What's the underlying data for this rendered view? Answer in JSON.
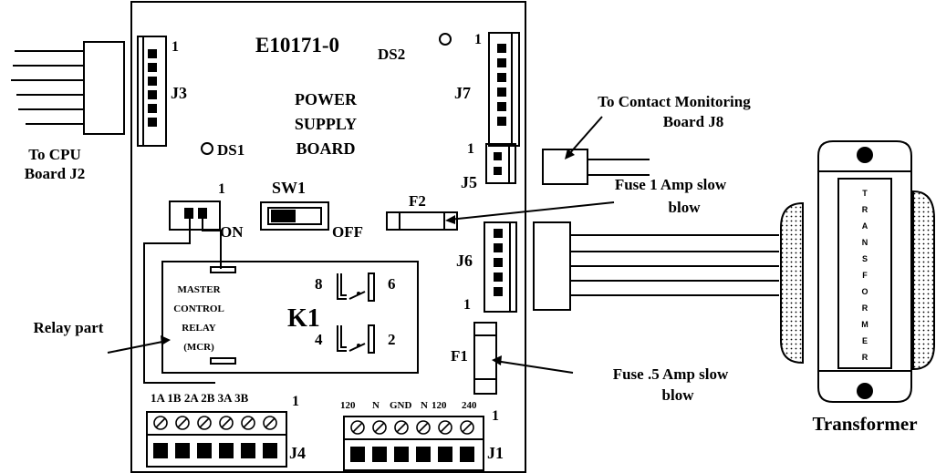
{
  "board": {
    "part_number": "E10171-0",
    "title_lines": [
      "POWER",
      "SUPPLY",
      "BOARD"
    ]
  },
  "connectors": {
    "j3": "J3",
    "j7": "J7",
    "j5": "J5",
    "j6": "J6",
    "j4": "J4",
    "j1": "J1",
    "pin_one": "1"
  },
  "leds": {
    "ds1": "DS1",
    "ds2": "DS2"
  },
  "switch": {
    "name": "SW1",
    "on": "ON",
    "off": "OFF"
  },
  "fuses": {
    "f1": "F1",
    "f2": "F2"
  },
  "relay": {
    "name": "K1",
    "desc_lines": [
      "MASTER",
      "CONTROL",
      "RELAY",
      "(MCR)"
    ],
    "contacts": [
      "8",
      "6",
      "4",
      "2"
    ]
  },
  "terminals": {
    "j4_labels": "1A 1B 2A 2B 3A 3B",
    "j1_labels": [
      "120",
      "N",
      "GND",
      "N",
      "120",
      "240"
    ]
  },
  "callouts": {
    "cpu_lines": [
      "To CPU",
      "Board J2"
    ],
    "contact_lines": [
      "To Contact Monitoring",
      "Board J8"
    ],
    "fuse1_lines": [
      "Fuse 1 Amp slow",
      "blow"
    ],
    "fuse5_lines": [
      "Fuse .5 Amp slow",
      "blow"
    ],
    "relay_part": "Relay part",
    "transformer": "Transformer"
  },
  "transformer_letters": [
    "T",
    "R",
    "A",
    "N",
    "S",
    "F",
    "O",
    "R",
    "M",
    "E",
    "R"
  ],
  "colors": {
    "ink": "#000000",
    "paper": "#ffffff"
  }
}
